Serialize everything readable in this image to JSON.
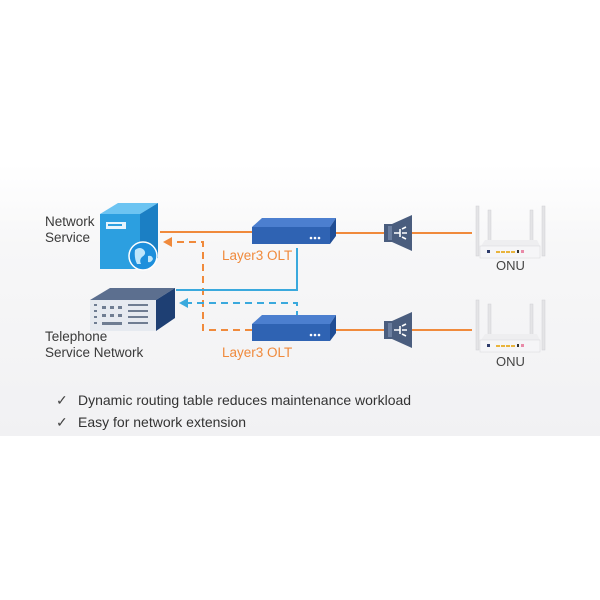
{
  "nodes": {
    "network_service": "Network\nService",
    "network_service_lines": [
      "Network",
      "Service"
    ],
    "telephone_service_lines": [
      "Telephone",
      "Service Network"
    ],
    "olt_top": "Layer3 OLT",
    "olt_bottom": "Layer3 OLT",
    "onu_top": "ONU",
    "onu_bottom": "ONU"
  },
  "features": [
    "Dynamic routing table reduces maintenance workload",
    "Easy for network extension"
  ],
  "icons": {
    "server": "server-globe-icon",
    "telephone": "telephone-switch-icon",
    "olt": "olt-device-icon",
    "splitter": "optical-splitter-icon",
    "onu": "router-icon",
    "check": "checkmark-icon"
  },
  "colors": {
    "orange": "#f08a3c",
    "blue": "#3aa9dd",
    "olt_blue": "#2f63b3",
    "splitter": "#4a5d7e",
    "server_blue": "#2c9fe0"
  }
}
